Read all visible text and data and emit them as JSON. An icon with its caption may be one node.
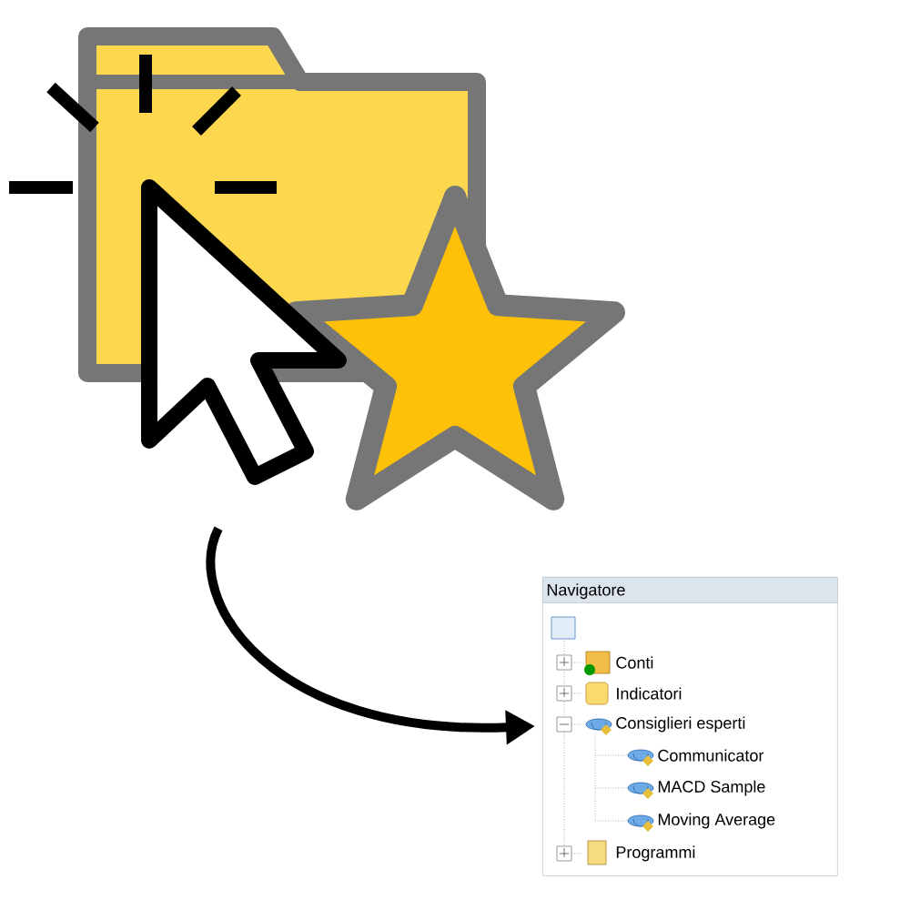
{
  "diagram": {
    "nodes": [
      {
        "text": [],
        "shape": "picture"
      },
      {
        "text": [
          "Navigatore"
        ]
      }
    ],
    "edges": [
      {
        "from": 0,
        "to": 1,
        "arrow": "to"
      }
    ],
    "labels": [
      "Conti",
      "Indicatori",
      "Consiglieri esperti",
      "Communicator",
      "MACD Sample",
      "Moving Average",
      "Programmi"
    ]
  }
}
